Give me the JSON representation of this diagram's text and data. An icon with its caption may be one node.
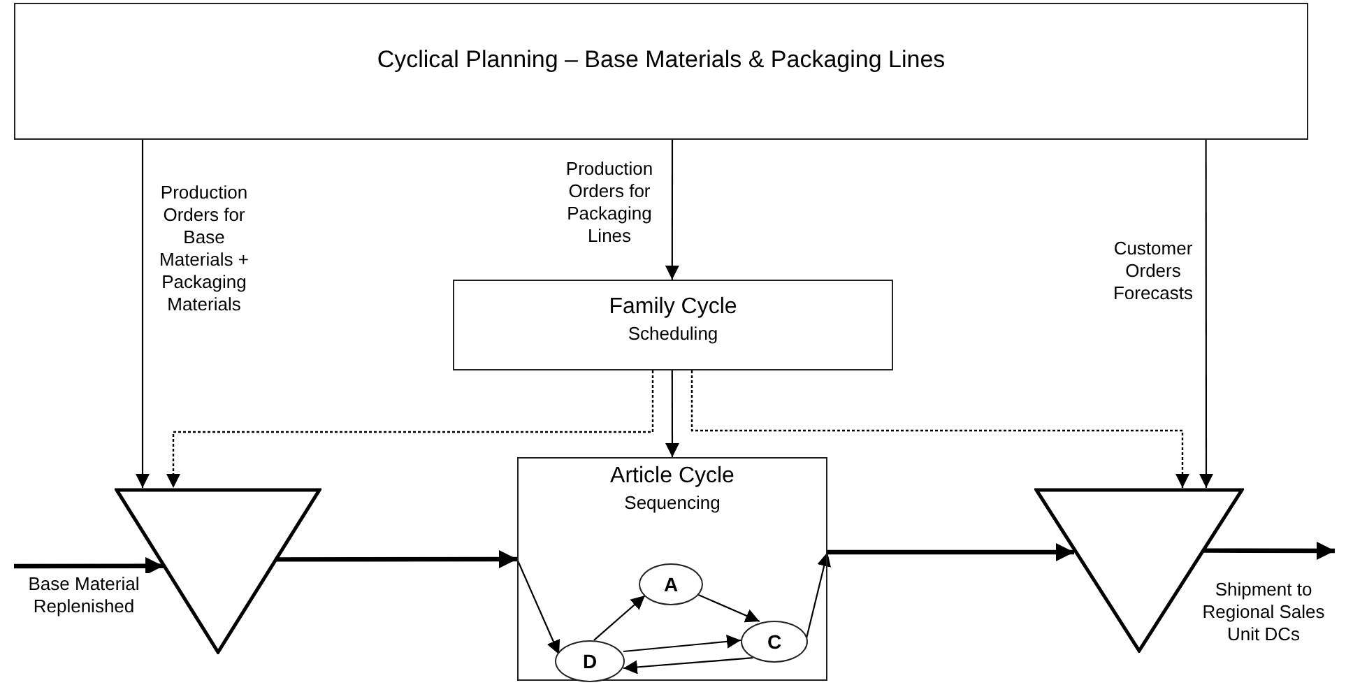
{
  "diagram": {
    "nodes": [
      {
        "text": [
          "Cyclical Planning – Base Materials & Packaging Lines"
        ]
      },
      {
        "text": [
          "Family Cycle",
          "Scheduling"
        ]
      },
      {
        "text": [
          "Article Cycle",
          "Sequencing"
        ]
      },
      {
        "text": [
          "A"
        ],
        "in": 2
      },
      {
        "text": [
          "D"
        ],
        "in": 2
      },
      {
        "text": [
          "C"
        ],
        "in": 2
      },
      {
        "text": [],
        "shape": "triangle"
      },
      {
        "text": [],
        "shape": "triangle"
      }
    ],
    "edges": [
      {
        "from": 0,
        "to": 6,
        "arrow": "to",
        "label": "Production Orders for Base Materials + Packaging Materials"
      },
      {
        "from": 0,
        "to": 1,
        "arrow": "to",
        "label": "Production Orders for Packaging Lines"
      },
      {
        "from": 0,
        "to": 7,
        "arrow": "to",
        "label": "Customer Orders Forecasts"
      },
      {
        "from": 1,
        "to": 2,
        "arrow": "to"
      },
      {
        "from": 1,
        "to": 6,
        "arrow": "to",
        "style": "dashed"
      },
      {
        "from": 1,
        "to": 7,
        "arrow": "to",
        "style": "dashed"
      },
      {
        "from": null,
        "to": 6,
        "arrow": "to",
        "style": "thick",
        "label": "Base Material Replenished"
      },
      {
        "from": 6,
        "to": 2,
        "arrow": "to",
        "style": "thick"
      },
      {
        "from": 2,
        "to": 4,
        "arrow": "to"
      },
      {
        "from": 4,
        "to": 3,
        "arrow": "to"
      },
      {
        "from": 3,
        "to": 5,
        "arrow": "to"
      },
      {
        "from": 4,
        "to": 5,
        "arrow": "to"
      },
      {
        "from": 5,
        "to": 4,
        "arrow": "to"
      },
      {
        "from": 5,
        "to": 2,
        "arrow": "to"
      },
      {
        "from": 2,
        "to": 7,
        "arrow": "to",
        "style": "thick"
      },
      {
        "from": 7,
        "to": null,
        "arrow": "to",
        "style": "thick",
        "label": "Shipment to Regional Sales Unit DCs"
      }
    ]
  }
}
